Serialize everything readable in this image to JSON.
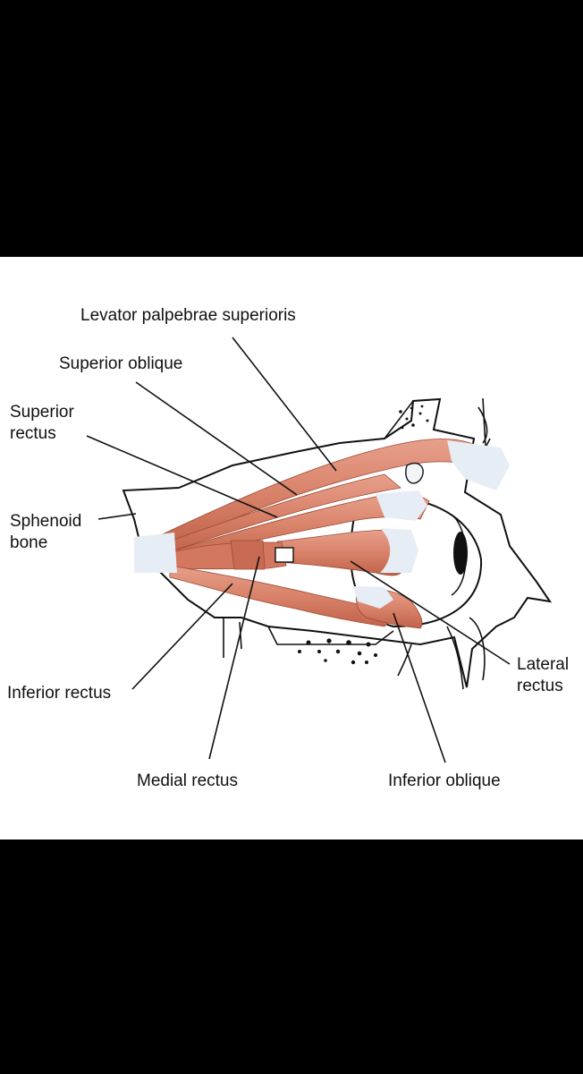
{
  "labels": {
    "levator": "Levator palpebrae superioris",
    "superior_oblique": "Superior oblique",
    "superior_rectus_1": "Superior",
    "superior_rectus_2": "rectus",
    "sphenoid_1": "Sphenoid",
    "sphenoid_2": "bone",
    "inferior_rectus": "Inferior rectus",
    "medial_rectus": "Medial rectus",
    "inferior_oblique": "Inferior oblique",
    "lateral_rectus_1": "Lateral",
    "lateral_rectus_2": "rectus"
  },
  "colors": {
    "background": "#000000",
    "panel": "#ffffff",
    "muscle": "#d9826a",
    "muscle_dark": "#b8583f",
    "tendon": "#e4ecf4",
    "line": "#111111"
  }
}
